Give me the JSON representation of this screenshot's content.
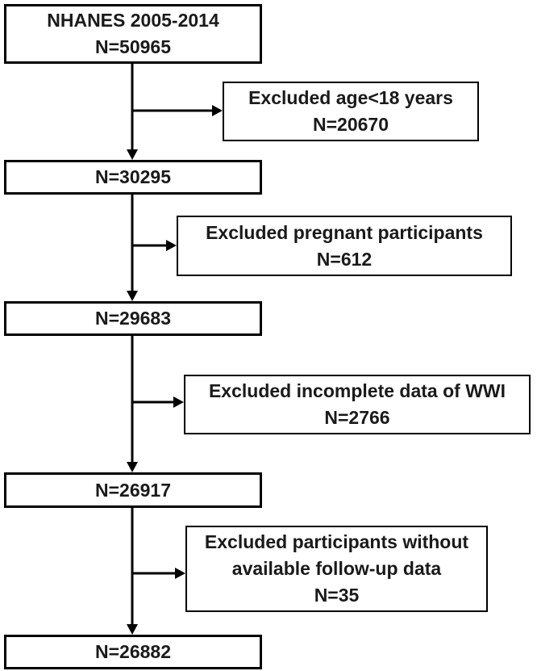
{
  "diagram": {
    "type": "flowchart",
    "colors": {
      "background": "#ffffff",
      "box_border": "#000000",
      "arrow": "#000000",
      "text": "#1a1a1a"
    },
    "main_flow": [
      {
        "name": "nhanes-cohort",
        "n": 50965,
        "lines": [
          "NHANES 2005-2014",
          "N=50965"
        ]
      },
      {
        "name": "after-age-exclusion",
        "n": 30295,
        "lines": [
          "N=30295"
        ]
      },
      {
        "name": "after-pregnancy-exclusion",
        "n": 29683,
        "lines": [
          "N=29683"
        ]
      },
      {
        "name": "after-wwi-exclusion",
        "n": 26917,
        "lines": [
          "N=26917"
        ]
      },
      {
        "name": "final-analytic-sample",
        "n": 26882,
        "lines": [
          "N=26882"
        ]
      }
    ],
    "exclusions": [
      {
        "name": "excluded-age",
        "n": 20670,
        "lines": [
          "Excluded age<18 years",
          "N=20670"
        ]
      },
      {
        "name": "excluded-pregnant",
        "n": 612,
        "lines": [
          "Excluded pregnant participants",
          "N=612"
        ]
      },
      {
        "name": "excluded-wwi-data",
        "n": 2766,
        "lines": [
          "Excluded incomplete data of WWI",
          "N=2766"
        ]
      },
      {
        "name": "excluded-followup",
        "n": 35,
        "lines": [
          "Excluded participants without",
          "available follow-up data",
          "N=35"
        ]
      }
    ]
  }
}
